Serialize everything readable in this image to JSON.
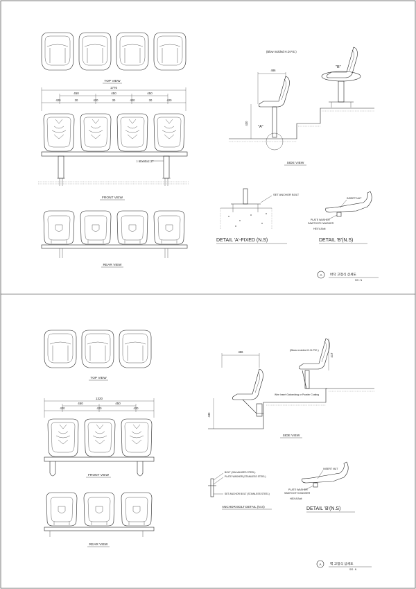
{
  "upper": {
    "labels": {
      "top_view": "TOP VIEW",
      "front_view": "FRONT VIEW",
      "rear_view": "REAR VIEW",
      "side_view": "SIDE VIEW",
      "blow_note": "(Blow molded H.D.P.E.)",
      "callout_b": "\"B\"",
      "callout_a": "\"A\"",
      "pipe_note": "□ 60x60x2.3T",
      "anchor_note": "SET ANCHOR BOLT",
      "insert_nut": "INSERT NUT",
      "plate_washer": "PLATE WASHER",
      "sawtooth_washer": "SAWTOOTH WASHER",
      "hexa_bolt": "HEX'A Bolt",
      "detail_a": "DETAIL 'A'-FIXED (N.S)",
      "detail_b": "DETAIL 'B'(N.S)",
      "title_circle": "A",
      "title_text": "바닥 고정식 상세도",
      "title_scale": "S/S : N"
    },
    "dims": {
      "overall": "1770",
      "pitch1": "450",
      "pitch2": "450",
      "pitch3": "450",
      "w1": "420",
      "g1": "30",
      "w2": "420",
      "g2": "30",
      "w3": "420",
      "g3": "30",
      "w4": "420",
      "side_width": "486",
      "side_height": "430"
    }
  },
  "lower": {
    "labels": {
      "top_view": "TOP VIEW",
      "front_view": "FRONT VIEW",
      "rear_view": "REAR VIEW",
      "side_view": "SIDE VIEW",
      "blow_note": "(Blow molded H.D.P.E.)",
      "wire_note": "Wire Insert Galvanizing or Powder Coating",
      "bolt_note1": "BOLT (GALVANIZED STEEL)",
      "bolt_note2": "PLATE WASHER (STAINLESS STEEL)",
      "bolt_note3": "SET ANCHOR BOLT (STAINLESS STEEL)",
      "anchor_detail": "ANCHOR BOLT DETAIL (N.S)",
      "insert_nut": "INSERT NUT",
      "plate_washer": "PLATE WASHER",
      "sawtooth_washer": "SAWTOOTH WASHER",
      "hexa_bolt": "HEX'A Bolt",
      "detail_b": "DETAIL 'B'(N.S)",
      "title_circle": "A",
      "title_text": "벽 고정식 상세도",
      "title_scale": "S/S : N"
    },
    "dims": {
      "overall": "1320",
      "pitch1": "450",
      "pitch2": "450",
      "w1": "420",
      "w2": "420",
      "w3": "420",
      "side_width": "486",
      "side_height": "430",
      "back_height": "417"
    }
  }
}
